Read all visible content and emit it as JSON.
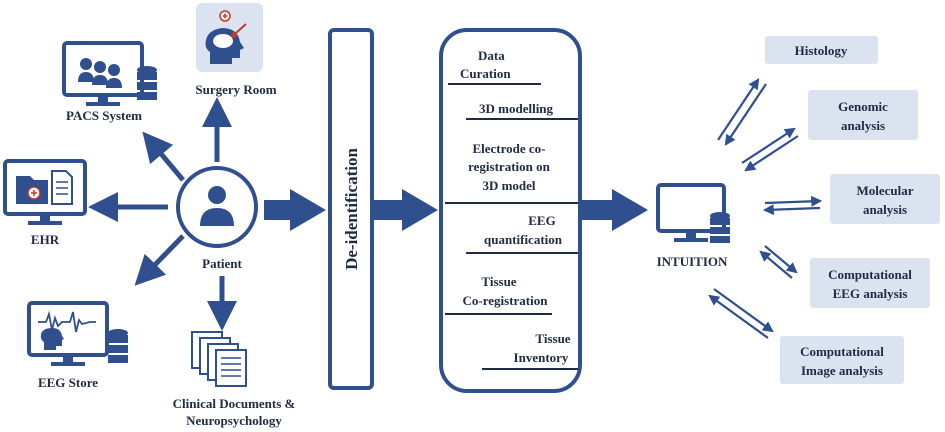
{
  "colors": {
    "primary": "#2f4f8f",
    "dark_text": "#1f2a44",
    "light_box": "#dbe3f1",
    "background": "#ffffff"
  },
  "patient": {
    "label": "Patient",
    "icon": "person-icon"
  },
  "sources": [
    {
      "id": "surgery",
      "label": "Surgery Room",
      "icon": "brain-medical-icon"
    },
    {
      "id": "pacs",
      "label": "PACS System",
      "icon": "monitor-database-icon"
    },
    {
      "id": "ehr",
      "label": "EHR",
      "icon": "folder-document-icon"
    },
    {
      "id": "eeg",
      "label": "EEG Store",
      "icon": "eeg-monitor-icon"
    },
    {
      "id": "clinical",
      "label_lines": [
        "Clinical Documents &",
        "Neuropsychology"
      ],
      "icon": "documents-stack-icon"
    }
  ],
  "deidentification": {
    "label": "De-identification"
  },
  "pipeline": {
    "steps": [
      {
        "lines": [
          "Data",
          "Curation"
        ]
      },
      {
        "lines": [
          "3D modelling"
        ]
      },
      {
        "lines": [
          "Electrode co-",
          "registration on",
          "3D model"
        ]
      },
      {
        "lines": [
          "EEG",
          "quantification"
        ]
      },
      {
        "lines": [
          "Tissue",
          "Co-registration"
        ]
      },
      {
        "lines": [
          "Tissue",
          "Inventory"
        ]
      }
    ]
  },
  "intuition": {
    "label": "INTUITION",
    "icon": "computer-database-icon"
  },
  "analyses": [
    {
      "lines": [
        "Histology"
      ]
    },
    {
      "lines": [
        "Genomic",
        "analysis"
      ]
    },
    {
      "lines": [
        "Molecular",
        "analysis"
      ]
    },
    {
      "lines": [
        "Computational",
        "EEG analysis"
      ]
    },
    {
      "lines": [
        "Computational",
        "Image analysis"
      ]
    }
  ]
}
